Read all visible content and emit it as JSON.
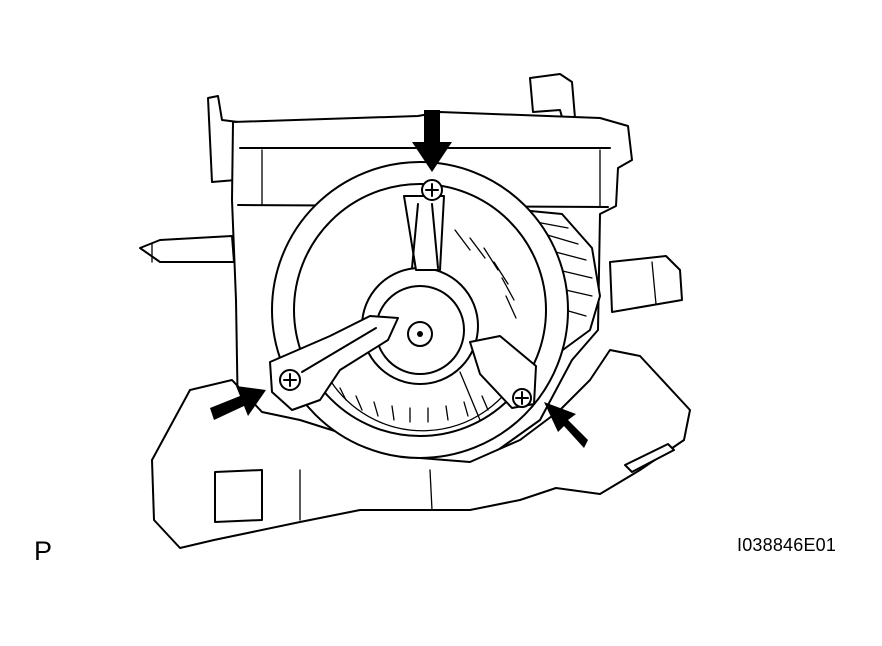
{
  "figure": {
    "view_letter": "P",
    "figure_id": "I038846E01"
  },
  "icons": [
    "blower-motor-assembly-illustration",
    "arrow-icon",
    "screw-icon"
  ],
  "colors": {
    "line": "#000000",
    "background": "#ffffff"
  }
}
